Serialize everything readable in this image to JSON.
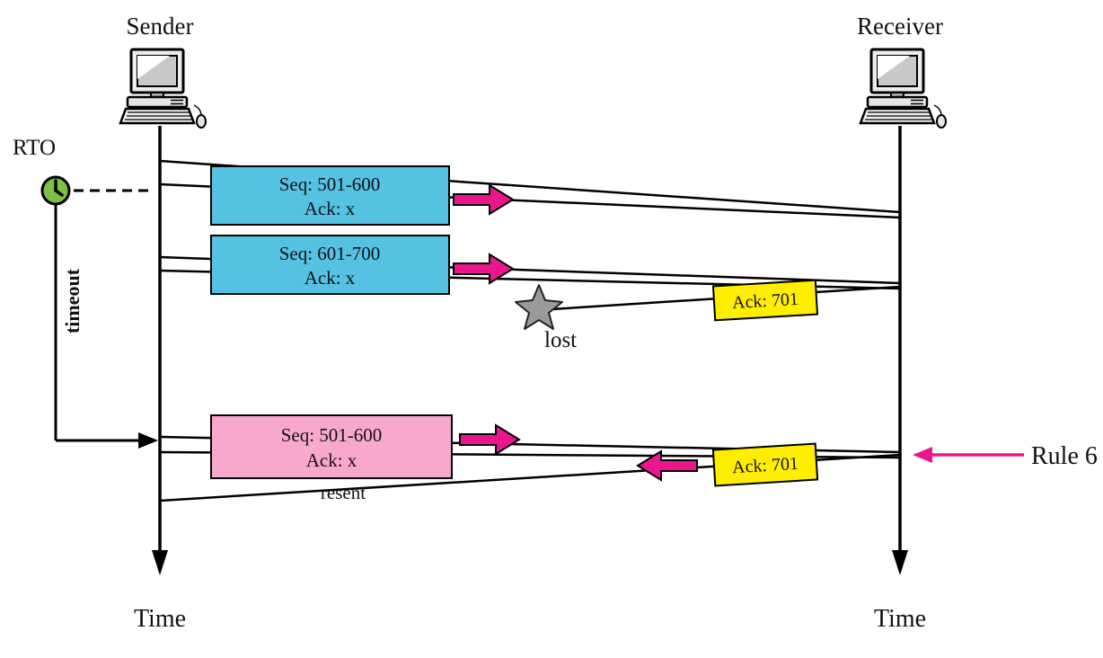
{
  "actors": {
    "sender": "Sender",
    "receiver": "Receiver"
  },
  "timer": {
    "rto": "RTO",
    "timeout": "timeout"
  },
  "messages": {
    "seg1": {
      "seq": "Seq: 501-600",
      "ack": "Ack: x"
    },
    "seg2": {
      "seq": "Seq: 601-700",
      "ack": "Ack: x"
    },
    "seg3": {
      "seq": "Seq: 501-600",
      "ack": "Ack: x",
      "note": "resent"
    }
  },
  "acks": {
    "first": {
      "label": "Ack: 701",
      "status": "lost"
    },
    "second": {
      "label": "Ack: 701"
    }
  },
  "annotations": {
    "rule": "Rule 6"
  },
  "axis": {
    "time_left": "Time",
    "time_right": "Time"
  },
  "colors": {
    "segment": "#55c1e3",
    "resent": "#f8a8ce",
    "ack": "#ffee00",
    "arrow": "#ec168c",
    "rule": "#ec168c",
    "clock": "#7cc142",
    "star": "#9a9a9a"
  }
}
